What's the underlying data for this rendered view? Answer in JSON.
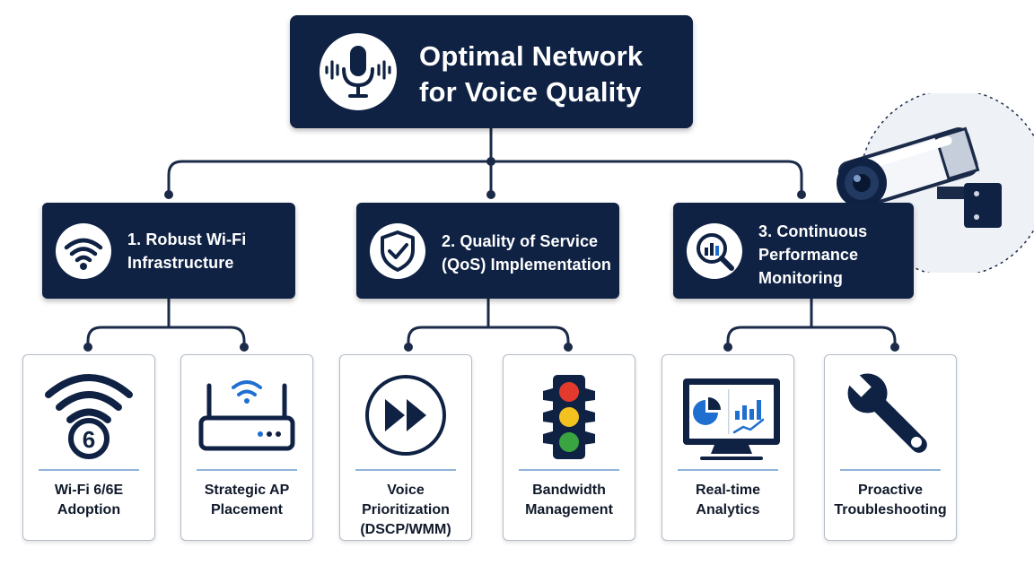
{
  "root": {
    "title": "Optimal Network for Voice Quality",
    "icon": "microphone-icon"
  },
  "categories": [
    {
      "title": "1. Robust Wi-Fi Infrastructure",
      "icon": "wifi-icon"
    },
    {
      "title": "2. Quality of Service (QoS) Implementation",
      "icon": "shield-check-icon"
    },
    {
      "title": "3. Continuous Performance Monitoring",
      "icon": "magnifier-chart-icon"
    }
  ],
  "leaves": [
    {
      "label": "Wi-Fi 6/6E Adoption",
      "icon": "wifi-6-icon",
      "badge": "6"
    },
    {
      "label": "Strategic AP Placement",
      "icon": "access-point-router-icon"
    },
    {
      "label": "Voice Prioritization (DSCP/WMM)",
      "icon": "fast-forward-icon"
    },
    {
      "label": "Bandwidth Management",
      "icon": "traffic-light-icon"
    },
    {
      "label": "Real-time Analytics",
      "icon": "analytics-monitor-icon"
    },
    {
      "label": "Proactive Troubleshooting",
      "icon": "wrench-icon"
    }
  ],
  "decoration": {
    "icon": "security-camera-icon"
  },
  "colors": {
    "navy": "#0f2244",
    "connector": "#1a2a48",
    "accent_blue": "#1f6fd1",
    "red": "#e23b2e",
    "yellow": "#f4c21f",
    "green": "#3aa540"
  }
}
